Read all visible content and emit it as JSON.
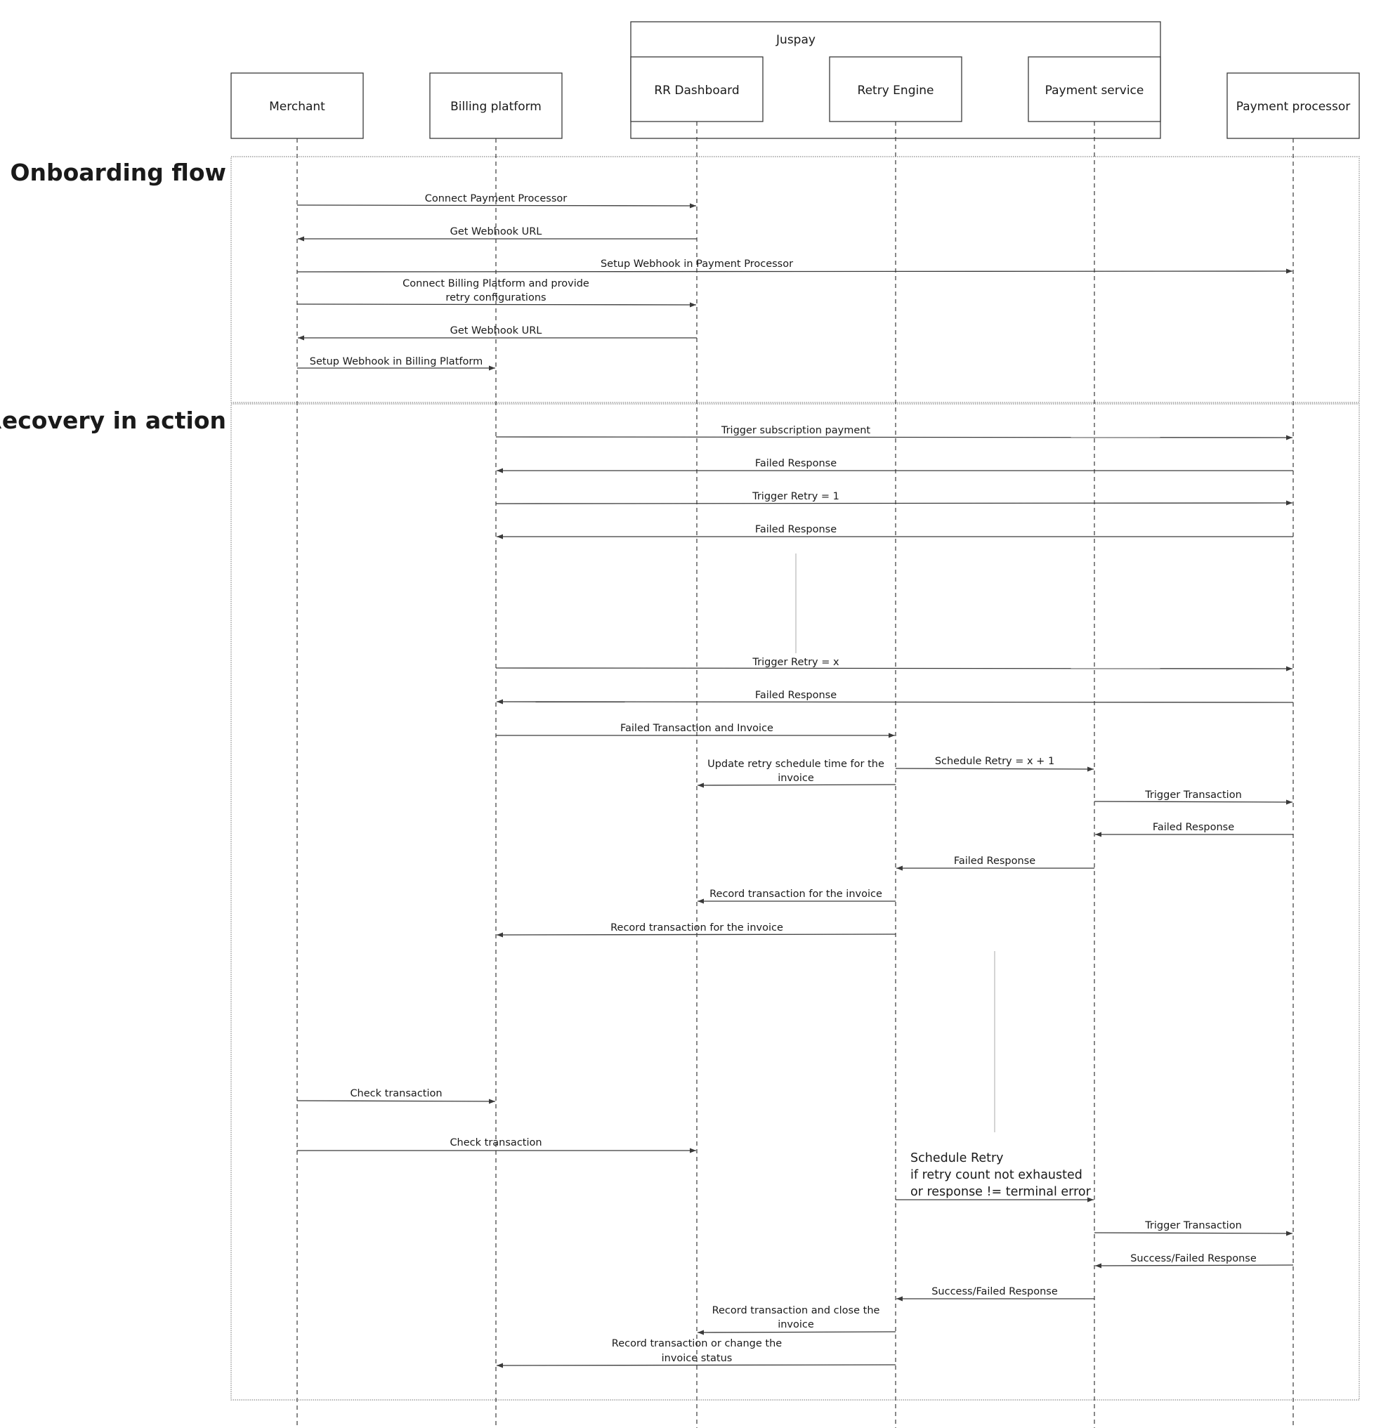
{
  "group": {
    "label": "Juspay"
  },
  "actors": [
    {
      "id": "merchant",
      "label": "Merchant"
    },
    {
      "id": "billing",
      "label": "Billing platform"
    },
    {
      "id": "dashboard",
      "label": "RR Dashboard"
    },
    {
      "id": "retry",
      "label": "Retry Engine"
    },
    {
      "id": "payment",
      "label": "Payment service"
    },
    {
      "id": "processor",
      "label": "Payment processor"
    }
  ],
  "sections": [
    {
      "label": "Onboarding flow"
    },
    {
      "label": "Recovery in action"
    }
  ],
  "messages": [
    {
      "from": "merchant",
      "to": "dashboard",
      "label": [
        "Connect Payment Processor"
      ]
    },
    {
      "from": "dashboard",
      "to": "merchant",
      "label": [
        "Get Webhook URL"
      ]
    },
    {
      "from": "merchant",
      "to": "processor",
      "label": [
        "Setup Webhook in Payment Processor"
      ]
    },
    {
      "from": "merchant",
      "to": "dashboard",
      "label": [
        "Connect Billing Platform and provide",
        "retry configurations"
      ]
    },
    {
      "from": "dashboard",
      "to": "merchant",
      "label": [
        "Get Webhook URL"
      ]
    },
    {
      "from": "merchant",
      "to": "billing",
      "label": [
        "Setup Webhook in Billing Platform"
      ]
    },
    {
      "from": "billing",
      "to": "processor",
      "label": [
        "Trigger subscription payment"
      ]
    },
    {
      "from": "processor",
      "to": "billing",
      "label": [
        "Failed Response"
      ]
    },
    {
      "from": "billing",
      "to": "processor",
      "label": [
        "Trigger Retry = 1"
      ]
    },
    {
      "from": "processor",
      "to": "billing",
      "label": [
        "Failed Response"
      ]
    },
    {
      "from": "billing",
      "to": "processor",
      "label": [
        "Trigger Retry = x"
      ]
    },
    {
      "from": "processor",
      "to": "billing",
      "label": [
        "Failed Response"
      ]
    },
    {
      "from": "billing",
      "to": "retry",
      "label": [
        "Failed Transaction and Invoice"
      ]
    },
    {
      "from": "retry",
      "to": "payment",
      "label": [
        "Schedule Retry = x + 1"
      ]
    },
    {
      "from": "retry",
      "to": "dashboard",
      "label": [
        "Update retry schedule time for the",
        "invoice"
      ]
    },
    {
      "from": "payment",
      "to": "processor",
      "label": [
        "Trigger Transaction"
      ]
    },
    {
      "from": "processor",
      "to": "payment",
      "label": [
        "Failed Response"
      ]
    },
    {
      "from": "payment",
      "to": "retry",
      "label": [
        "Failed Response"
      ]
    },
    {
      "from": "retry",
      "to": "dashboard",
      "label": [
        "Record transaction for the invoice"
      ]
    },
    {
      "from": "retry",
      "to": "billing",
      "label": [
        "Record transaction for the invoice"
      ]
    },
    {
      "from": "merchant",
      "to": "billing",
      "label": [
        "Check transaction"
      ]
    },
    {
      "from": "merchant",
      "to": "dashboard",
      "label": [
        "Check transaction"
      ]
    },
    {
      "from": "retry",
      "to": "payment",
      "label": []
    },
    {
      "from": "payment",
      "to": "processor",
      "label": [
        "Trigger Transaction"
      ]
    },
    {
      "from": "processor",
      "to": "payment",
      "label": [
        "Success/Failed Response"
      ]
    },
    {
      "from": "payment",
      "to": "retry",
      "label": [
        "Success/Failed Response"
      ]
    },
    {
      "from": "retry",
      "to": "dashboard",
      "label": [
        "Record transaction and close the",
        "invoice"
      ]
    },
    {
      "from": "retry",
      "to": "billing",
      "label": [
        "Record transaction or change the",
        "invoice status"
      ]
    }
  ],
  "note": {
    "lines": [
      "Schedule Retry",
      "if retry count not exhausted",
      "or response != terminal error"
    ]
  },
  "colors": {
    "line": "#3a3a3a",
    "text": "#1a1a1a",
    "frame": "#8a8a8a",
    "gap": "#bdbdbd"
  }
}
